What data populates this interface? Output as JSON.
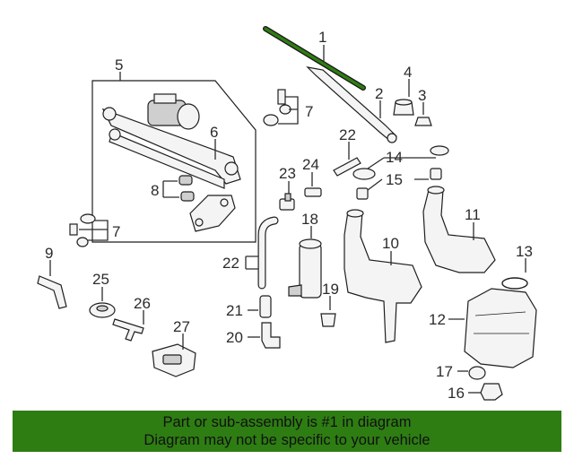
{
  "callouts": {
    "c1": "1",
    "c2": "2",
    "c3": "3",
    "c4": "4",
    "c5": "5",
    "c6": "6",
    "c7a": "7",
    "c7b": "7",
    "c8": "8",
    "c9": "9",
    "c10": "10",
    "c11": "11",
    "c12": "12",
    "c13": "13",
    "c14": "14",
    "c15": "15",
    "c16": "16",
    "c17": "17",
    "c18": "18",
    "c19": "19",
    "c20": "20",
    "c21": "21",
    "c22a": "22",
    "c22b": "22",
    "c23": "23",
    "c24": "24",
    "c25": "25",
    "c26": "26",
    "c27": "27"
  },
  "banner": {
    "line1": "Part or sub-assembly is #1 in diagram",
    "line2": "Diagram may not be specific to your vehicle"
  },
  "colors": {
    "banner_bg": "#2e7d13",
    "blade_highlight": "#2e7d13"
  }
}
